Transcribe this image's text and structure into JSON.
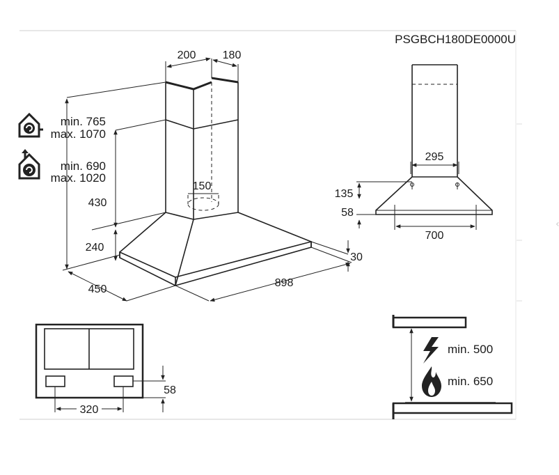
{
  "model_code": "PSGBCH180DE0000U",
  "main_view": {
    "dim_chimney_width": "200",
    "dim_chimney_depth": "180",
    "dim_outlet": "150",
    "dim_height_430": "430",
    "dim_height_240": "240",
    "dim_depth": "450",
    "dim_width": "898",
    "dim_thickness": "30",
    "recirc_min": "min. 765",
    "recirc_max": "max. 1070",
    "extract_min": "min. 690",
    "extract_max": "max. 1020"
  },
  "side_view": {
    "dim_top": "295",
    "dim_135": "135",
    "dim_58": "58",
    "dim_700": "700"
  },
  "bottom_view": {
    "dim_58": "58",
    "dim_320": "320"
  },
  "clearance": {
    "electric_min": "min. 500",
    "gas_min": "min. 650"
  },
  "icons": [
    "recirculation-house-icon",
    "extraction-house-icon",
    "lightning-icon",
    "flame-icon"
  ]
}
